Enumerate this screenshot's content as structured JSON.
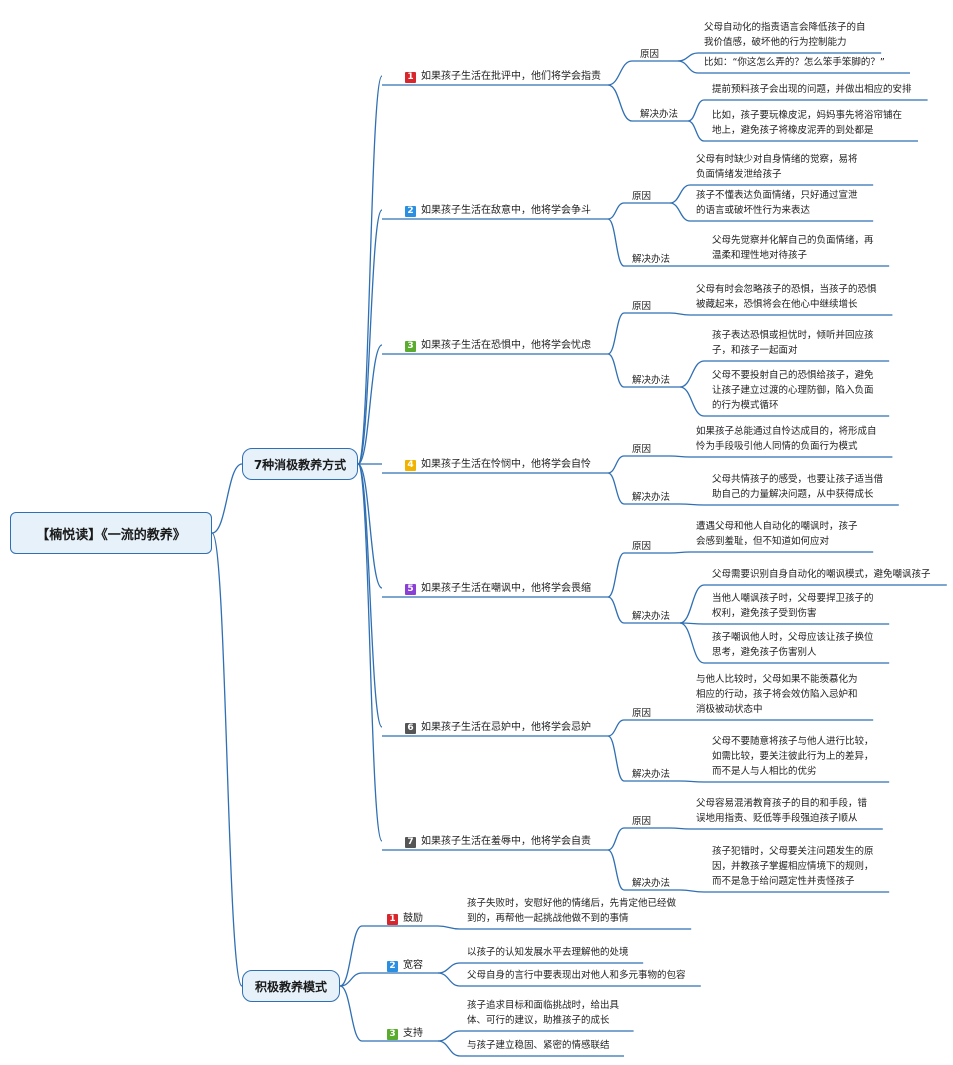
{
  "root": "【楠悦读】《一流的教养》",
  "negative": {
    "title": "7种消极教养方式",
    "items": [
      {
        "num": "1",
        "color": "#d9262c",
        "label": "如果孩子生活在批评中，他们将学会指责",
        "cause_label": "原因",
        "cause": [
          "父母自动化的指责语言会降低孩子的自\n我价值感，破坏他的行为控制能力",
          "比如：“你这怎么弄的？怎么笨手笨脚的？”"
        ],
        "solution_label": "解决办法",
        "solution": [
          "提前预料孩子会出现的问题，并做出相应的安排",
          "比如，孩子要玩橡皮泥，妈妈事先将浴帘铺在\n地上，避免孩子将橡皮泥弄的到处都是"
        ]
      },
      {
        "num": "2",
        "color": "#2a8fe0",
        "label": "如果孩子生活在敌意中，他将学会争斗",
        "cause_label": "原因",
        "cause": [
          "父母有时缺少对自身情绪的觉察，易将\n负面情绪发泄给孩子",
          "孩子不懂表达负面情绪，只好通过宣泄\n的语言或破坏性行为来表达"
        ],
        "solution_label": "解决办法",
        "solution": [
          "父母先觉察并化解自己的负面情绪，再\n温柔和理性地对待孩子"
        ]
      },
      {
        "num": "3",
        "color": "#5aab2e",
        "label": "如果孩子生活在恐惧中，他将学会忧虑",
        "cause_label": "原因",
        "cause": [
          "父母有时会忽略孩子的恐惧，当孩子的恐惧\n被藏起来，恐惧将会在他心中继续增长"
        ],
        "solution_label": "解决办法",
        "solution": [
          "孩子表达恐惧或担忧时，倾听并回应孩\n子，和孩子一起面对",
          "父母不要投射自己的恐惧给孩子，避免\n让孩子建立过渡的心理防御，陷入负面\n的行为模式循环"
        ]
      },
      {
        "num": "4",
        "color": "#f0b400",
        "label": "如果孩子生活在怜悯中，他将学会自怜",
        "cause_label": "原因",
        "cause": [
          "如果孩子总能通过自怜达成目的，将形成自\n怜为手段吸引他人同情的负面行为模式"
        ],
        "solution_label": "解决办法",
        "solution": [
          "父母共情孩子的感受，也要让孩子适当借\n助自己的力量解决问题，从中获得成长"
        ]
      },
      {
        "num": "5",
        "color": "#8a3fd6",
        "label": "如果孩子生活在嘲讽中，他将学会畏缩",
        "cause_label": "原因",
        "cause": [
          "遭遇父母和他人自动化的嘲讽时，孩子\n会感到羞耻，但不知道如何应对"
        ],
        "solution_label": "解决办法",
        "solution": [
          "父母需要识别自身自动化的嘲讽模式，避免嘲讽孩子",
          "当他人嘲讽孩子时，父母要捍卫孩子的\n权利，避免孩子受到伤害",
          "孩子嘲讽他人时，父母应该让孩子换位\n思考，避免孩子伤害别人"
        ]
      },
      {
        "num": "6",
        "color": "#555555",
        "label": "如果孩子生活在忌妒中，他将学会忌妒",
        "cause_label": "原因",
        "cause": [
          "与他人比较时，父母如果不能羡慕化为\n相应的行动，孩子将会效仿陷入忌妒和\n消极被动状态中"
        ],
        "solution_label": "解决办法",
        "solution": [
          "父母不要随意将孩子与他人进行比较，\n如需比较，要关注彼此行为上的差异，\n而不是人与人相比的优劣"
        ]
      },
      {
        "num": "7",
        "color": "#555555",
        "label": "如果孩子生活在羞辱中，他将学会自责",
        "cause_label": "原因",
        "cause": [
          "父母容易混淆教育孩子的目的和手段，错\n误地用指责、贬低等手段强迫孩子顺从"
        ],
        "solution_label": "解决办法",
        "solution": [
          "孩子犯错时，父母要关注问题发生的原\n因，并教孩子掌握相应情境下的规则，\n而不是急于给问题定性并责怪孩子"
        ]
      }
    ]
  },
  "positive": {
    "title": "积极教养模式",
    "items": [
      {
        "num": "1",
        "color": "#d9262c",
        "label": "鼓励",
        "leaves": [
          "孩子失败时，安慰好他的情绪后，先肯定他已经做\n到的，再帮他一起挑战他做不到的事情"
        ]
      },
      {
        "num": "2",
        "color": "#2a8fe0",
        "label": "宽容",
        "leaves": [
          "以孩子的认知发展水平去理解他的处境",
          "父母自身的言行中要表现出对他人和多元事物的包容"
        ]
      },
      {
        "num": "3",
        "color": "#5aab2e",
        "label": "支持",
        "leaves": [
          "孩子追求目标和面临挑战时，给出具\n体、可行的建议，助推孩子的成长",
          "与孩子建立稳固、紧密的情感联结"
        ]
      }
    ]
  }
}
